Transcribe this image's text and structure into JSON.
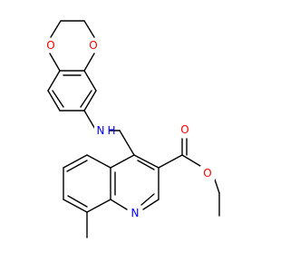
{
  "molecule": {
    "atoms": [
      {
        "id": "O1",
        "symbol": "O",
        "color": "#ff0000"
      },
      {
        "id": "O2",
        "symbol": "O",
        "color": "#ff0000"
      },
      {
        "id": "NH",
        "symbol": "N",
        "suffix": "H",
        "color": "#0000ff"
      },
      {
        "id": "O3",
        "symbol": "O",
        "color": "#ff0000"
      },
      {
        "id": "O4",
        "symbol": "O",
        "color": "#ff0000"
      },
      {
        "id": "N1",
        "symbol": "N",
        "color": "#0000ff"
      }
    ]
  }
}
